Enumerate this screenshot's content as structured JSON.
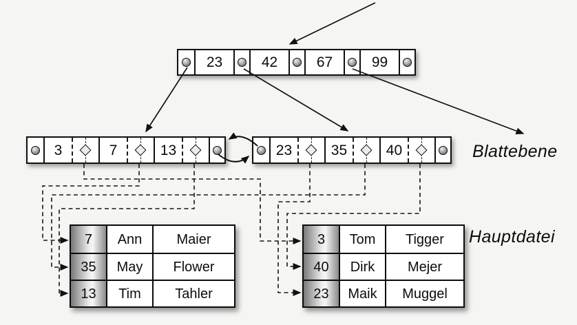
{
  "diagram": {
    "root_node": {
      "keys": [
        "23",
        "42",
        "67",
        "99"
      ]
    },
    "leaf_level": {
      "label": "Blattebene",
      "left_leaf": {
        "keys": [
          "3",
          "7",
          "13"
        ]
      },
      "right_leaf": {
        "keys": [
          "23",
          "35",
          "40"
        ]
      }
    },
    "main_file": {
      "label": "Hauptdatei",
      "left_table": {
        "rows": [
          [
            "7",
            "Ann",
            "Maier"
          ],
          [
            "35",
            "May",
            "Flower"
          ],
          [
            "13",
            "Tim",
            "Tahler"
          ]
        ]
      },
      "right_table": {
        "rows": [
          [
            "3",
            "Tom",
            "Tigger"
          ],
          [
            "40",
            "Dirk",
            "Mejer"
          ],
          [
            "23",
            "Maik",
            "Muggel"
          ]
        ]
      }
    },
    "record_pointer_links": [
      {
        "from_key": "3",
        "to_record": [
          "3",
          "Tom",
          "Tigger"
        ]
      },
      {
        "from_key": "7",
        "to_record": [
          "7",
          "Ann",
          "Maier"
        ]
      },
      {
        "from_key": "13",
        "to_record": [
          "13",
          "Tim",
          "Tahler"
        ]
      },
      {
        "from_key": "23",
        "to_record": [
          "23",
          "Maik",
          "Muggel"
        ]
      },
      {
        "from_key": "35",
        "to_record": [
          "35",
          "May",
          "Flower"
        ]
      },
      {
        "from_key": "40",
        "to_record": [
          "40",
          "Dirk",
          "Mejer"
        ]
      }
    ],
    "colors": {
      "line": "#111111",
      "node_fill": "#ffffff",
      "background": "#f5f5f3",
      "key_column_gradient": [
        "#787878",
        "#e9e9e9",
        "#8a8a8a"
      ]
    }
  }
}
